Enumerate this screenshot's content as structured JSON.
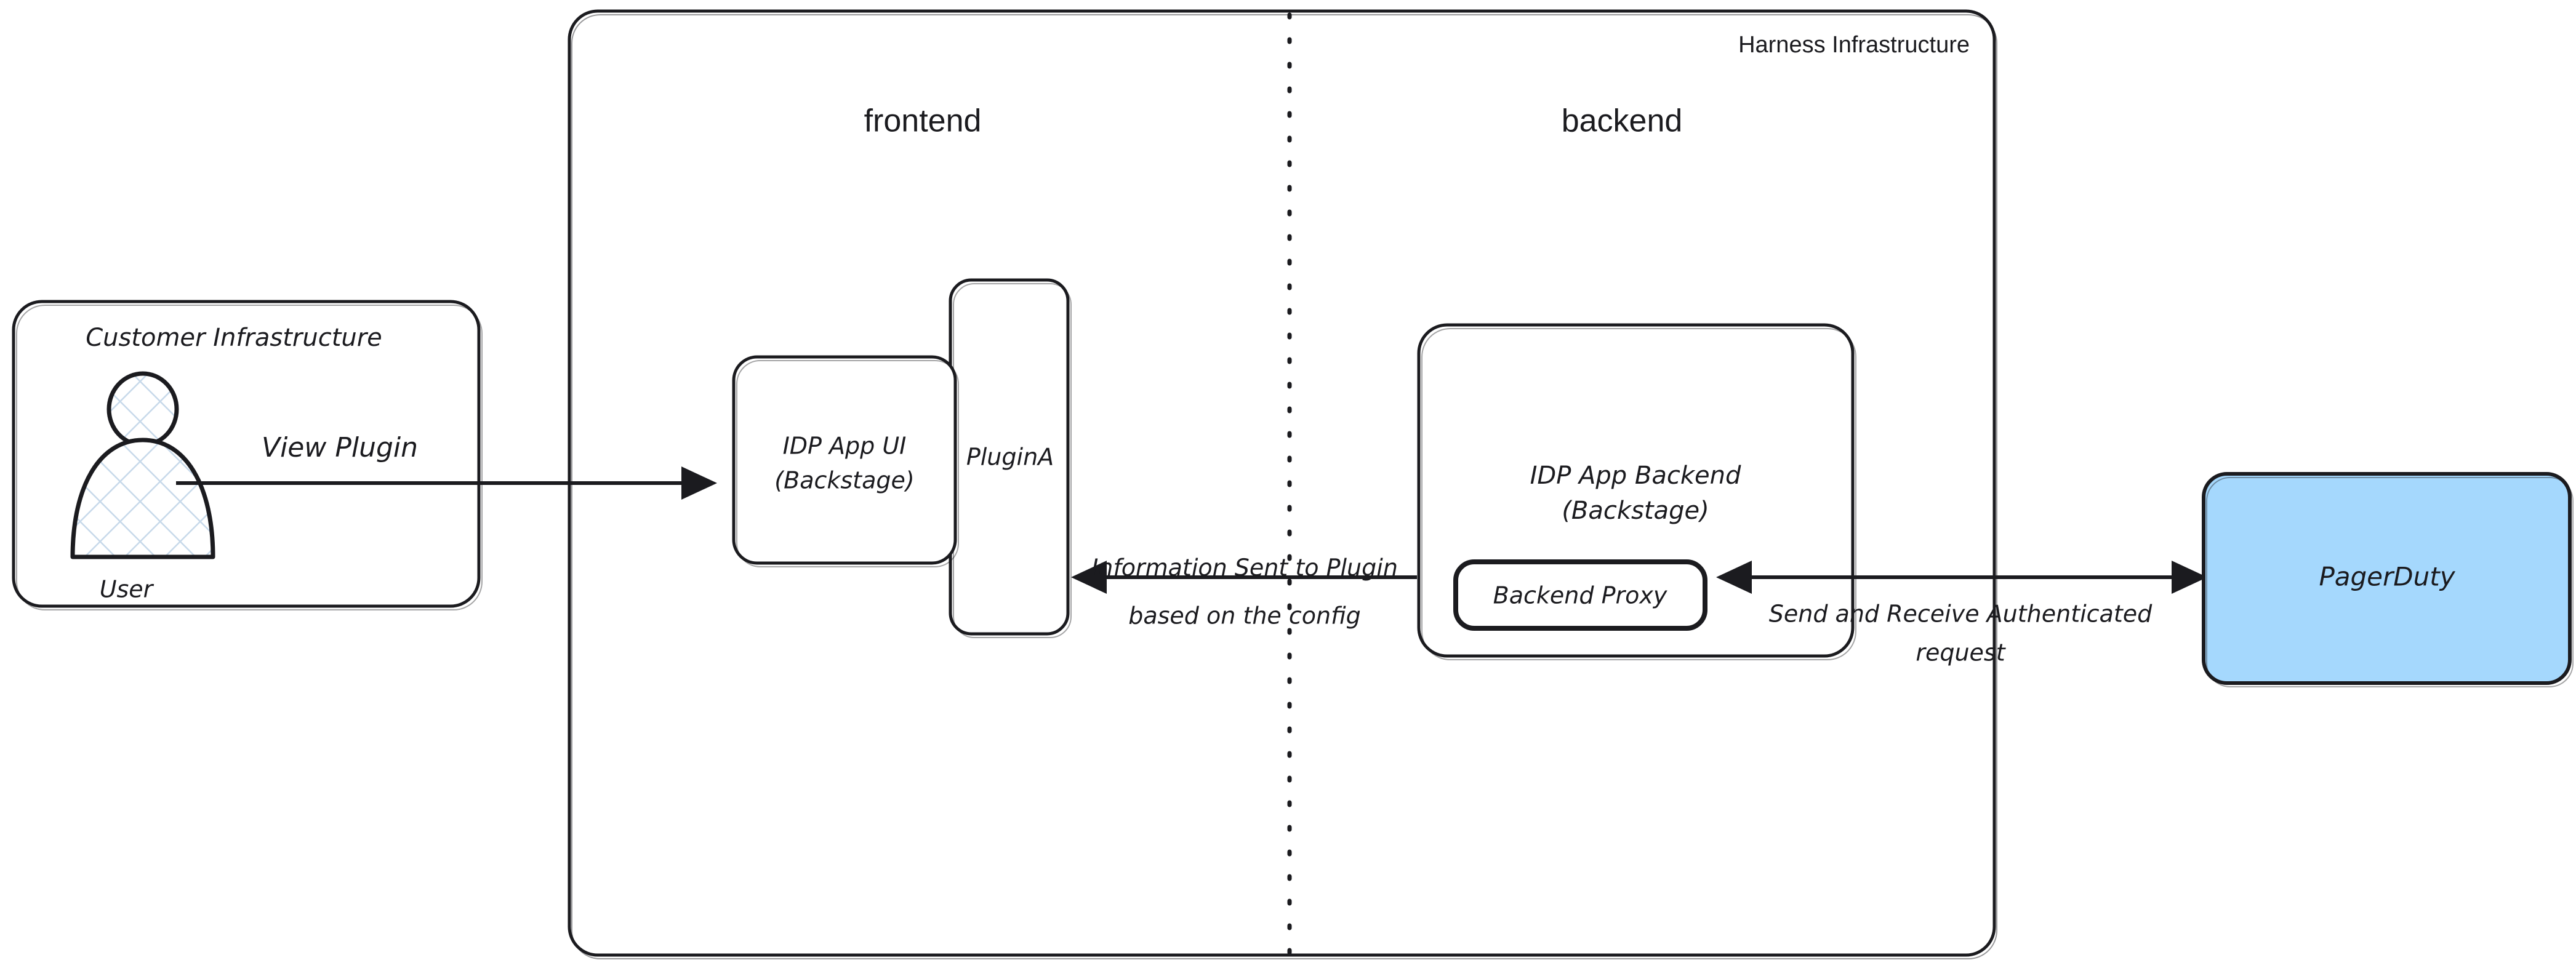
{
  "diagram": {
    "title": "Harness IDP plugin architecture",
    "colors": {
      "stroke": "#1b1b1f",
      "background": "#ffffff",
      "pagerduty_fill": "#a5d8fd",
      "user_hatch": "#c7d9ea"
    },
    "containers": {
      "customer_infrastructure": {
        "label": "Customer Infrastructure"
      },
      "harness_infrastructure": {
        "label": "Harness Infrastructure"
      }
    },
    "sections": {
      "frontend": {
        "label": "frontend"
      },
      "backend": {
        "label": "backend"
      }
    },
    "nodes": {
      "user": {
        "label": "User",
        "icon": "user-icon"
      },
      "idp_app_ui": {
        "line1": "IDP App UI",
        "line2": "(Backstage)"
      },
      "plugin_a": {
        "label": "PluginA"
      },
      "idp_app_backend": {
        "line1": "IDP App Backend",
        "line2": "(Backstage)"
      },
      "backend_proxy": {
        "label": "Backend Proxy"
      },
      "pagerduty": {
        "label": "PagerDuty",
        "fill": "#a5d8fd"
      }
    },
    "edges": {
      "view_plugin": {
        "label": "View Plugin",
        "direction": "right"
      },
      "info_to_plugin": {
        "line1": "Information Sent to Plugin",
        "line2": "based on the config",
        "direction": "left"
      },
      "authenticated_request": {
        "line1": "Send and Receive Authenticated",
        "line2": "request",
        "direction": "both"
      }
    },
    "divider": {
      "style": "dotted",
      "orientation": "vertical"
    }
  }
}
